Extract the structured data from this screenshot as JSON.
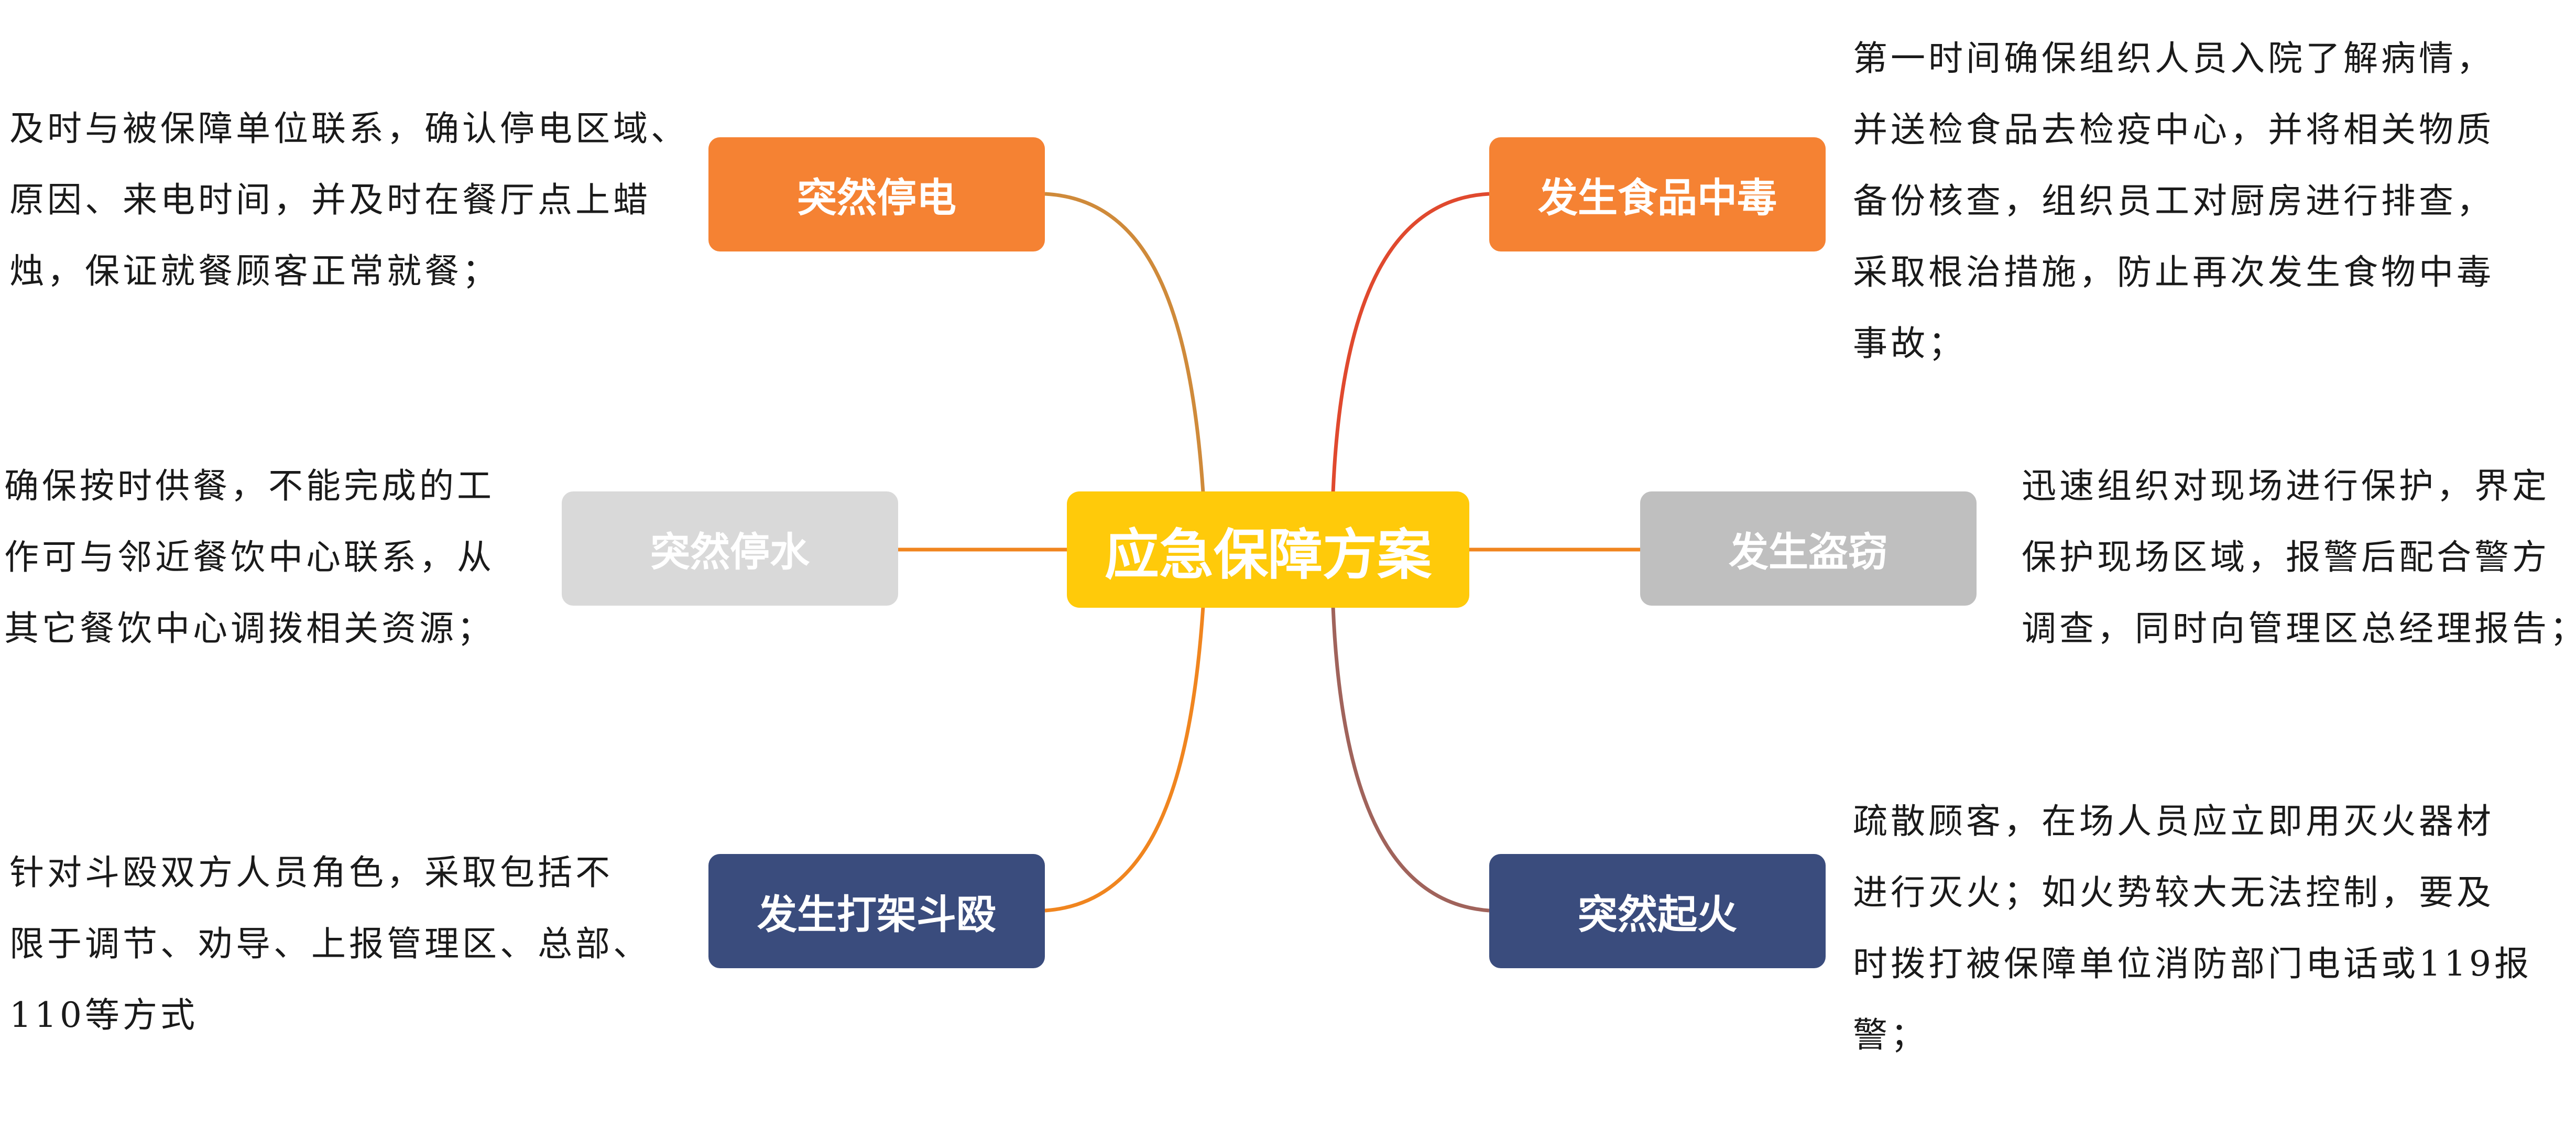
{
  "title": "应急保障方案",
  "colors": {
    "center": "#FFCA0A",
    "orange": "#F58233",
    "light_gray": "#D9D9D9",
    "mid_gray": "#BFBFBF",
    "navy": "#3A4C7D",
    "link_orange": "#F0851F",
    "link_red": "#E0492E",
    "link_brown": "#A0635B",
    "link_amber": "#CF8A3A"
  },
  "branches": {
    "outage": {
      "label": "突然停电",
      "lines": [
        "及时与被保障单位联系，确认停电区域、",
        "原因、来电时间，并及时在餐厅点上蜡",
        "烛，保证就餐顾客正常就餐；"
      ]
    },
    "water": {
      "label": "突然停水",
      "lines": [
        "确保按时供餐，不能完成的工",
        "作可与邻近餐饮中心联系，从",
        "其它餐饮中心调拨相关资源；"
      ]
    },
    "fight": {
      "label": "发生打架斗殴",
      "lines": [
        "针对斗殴双方人员角色，采取包括不",
        "限于调节、劝导、上报管理区、总部、",
        "110等方式"
      ]
    },
    "poison": {
      "label": "发生食品中毒",
      "lines": [
        "第一时间确保组织人员入院了解病情，",
        "并送检食品去检疫中心，并将相关物质",
        "备份核查，组织员工对厨房进行排查，",
        "采取根治措施，防止再次发生食物中毒",
        "事故；"
      ]
    },
    "theft": {
      "label": "发生盗窃",
      "lines": [
        "迅速组织对现场进行保护，界定",
        "保护现场区域，报警后配合警方",
        "调查，同时向管理区总经理报告；"
      ]
    },
    "fire": {
      "label": "突然起火",
      "lines": [
        "疏散顾客，在场人员应立即用灭火器材",
        "进行灭火；如火势较大无法控制，要及",
        "时拨打被保障单位消防部门电话或119报",
        "警；"
      ]
    }
  }
}
